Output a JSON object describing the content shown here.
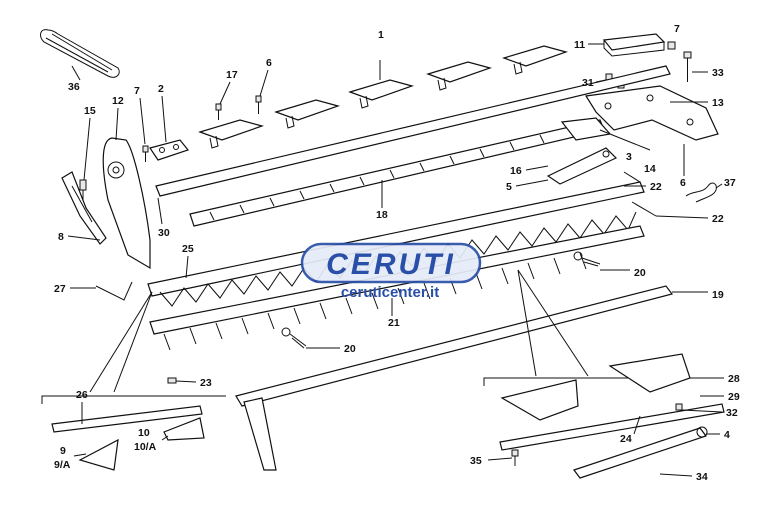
{
  "watermark": {
    "brand": "CERUTI",
    "url": "ceruticenter.it",
    "color": "#2a4fa8"
  },
  "labels": [
    {
      "id": "1",
      "text": "1"
    },
    {
      "id": "2",
      "text": "2"
    },
    {
      "id": "3",
      "text": "3"
    },
    {
      "id": "4",
      "text": "4"
    },
    {
      "id": "5",
      "text": "5"
    },
    {
      "id": "6a",
      "text": "6"
    },
    {
      "id": "6b",
      "text": "6"
    },
    {
      "id": "7a",
      "text": "7"
    },
    {
      "id": "7b",
      "text": "7"
    },
    {
      "id": "8",
      "text": "8"
    },
    {
      "id": "9",
      "text": "9"
    },
    {
      "id": "9A",
      "text": "9/A"
    },
    {
      "id": "10",
      "text": "10"
    },
    {
      "id": "10A",
      "text": "10/A"
    },
    {
      "id": "11",
      "text": "11"
    },
    {
      "id": "12",
      "text": "12"
    },
    {
      "id": "13",
      "text": "13"
    },
    {
      "id": "14",
      "text": "14"
    },
    {
      "id": "15",
      "text": "15"
    },
    {
      "id": "16",
      "text": "16"
    },
    {
      "id": "17",
      "text": "17"
    },
    {
      "id": "18",
      "text": "18"
    },
    {
      "id": "19",
      "text": "19"
    },
    {
      "id": "20a",
      "text": "20"
    },
    {
      "id": "20b",
      "text": "20"
    },
    {
      "id": "21",
      "text": "21"
    },
    {
      "id": "22a",
      "text": "22"
    },
    {
      "id": "22b",
      "text": "22"
    },
    {
      "id": "23",
      "text": "23"
    },
    {
      "id": "24",
      "text": "24"
    },
    {
      "id": "25",
      "text": "25"
    },
    {
      "id": "26",
      "text": "26"
    },
    {
      "id": "27",
      "text": "27"
    },
    {
      "id": "28",
      "text": "28"
    },
    {
      "id": "29",
      "text": "29"
    },
    {
      "id": "30",
      "text": "30"
    },
    {
      "id": "31",
      "text": "31"
    },
    {
      "id": "32",
      "text": "32"
    },
    {
      "id": "33",
      "text": "33"
    },
    {
      "id": "34",
      "text": "34"
    },
    {
      "id": "35",
      "text": "35"
    },
    {
      "id": "36",
      "text": "36"
    },
    {
      "id": "37",
      "text": "37"
    }
  ]
}
